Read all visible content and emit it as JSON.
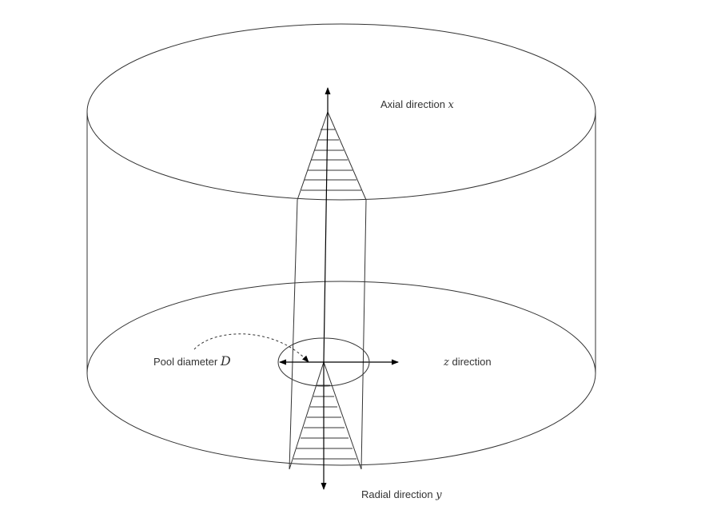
{
  "labels": {
    "axial": {
      "text": "Axial direction ",
      "symbol": "x"
    },
    "z": {
      "symbol": "z",
      "text": " direction"
    },
    "pool": {
      "text": "Pool diameter ",
      "symbol": "D"
    },
    "radial": {
      "text": "Radial direction ",
      "symbol": "y"
    }
  },
  "colors": {
    "line": "#333333",
    "ink": "#000000"
  }
}
